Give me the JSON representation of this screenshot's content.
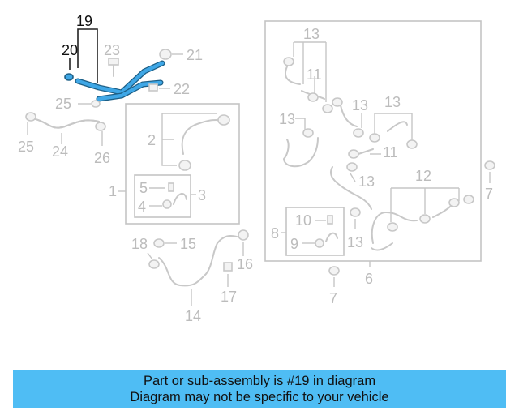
{
  "diagram": {
    "selected_part": "19",
    "callouts": {
      "c1": "1",
      "c2": "2",
      "c3": "3",
      "c4": "4",
      "c5": "5",
      "c6": "6",
      "c7a": "7",
      "c7b": "7",
      "c8": "8",
      "c9": "9",
      "c10": "10",
      "c11a": "11",
      "c11b": "11",
      "c12": "12",
      "c13a": "13",
      "c13b": "13",
      "c13c": "13",
      "c13d": "13",
      "c13e": "13",
      "c13f": "13",
      "c14": "14",
      "c15": "15",
      "c16": "16",
      "c17": "17",
      "c18": "18",
      "c19": "19",
      "c20": "20",
      "c21": "21",
      "c22": "22",
      "c23": "23",
      "c24": "24",
      "c25a": "25",
      "c25b": "25",
      "c26": "26"
    },
    "colors": {
      "highlight_part": "#3fa7e6",
      "faded_part": "#c8c8c8",
      "banner": "#4fbdf4"
    }
  },
  "banner": {
    "line1": "Part or sub-assembly is #19 in diagram",
    "line2": "Diagram may not be specific to your vehicle"
  }
}
